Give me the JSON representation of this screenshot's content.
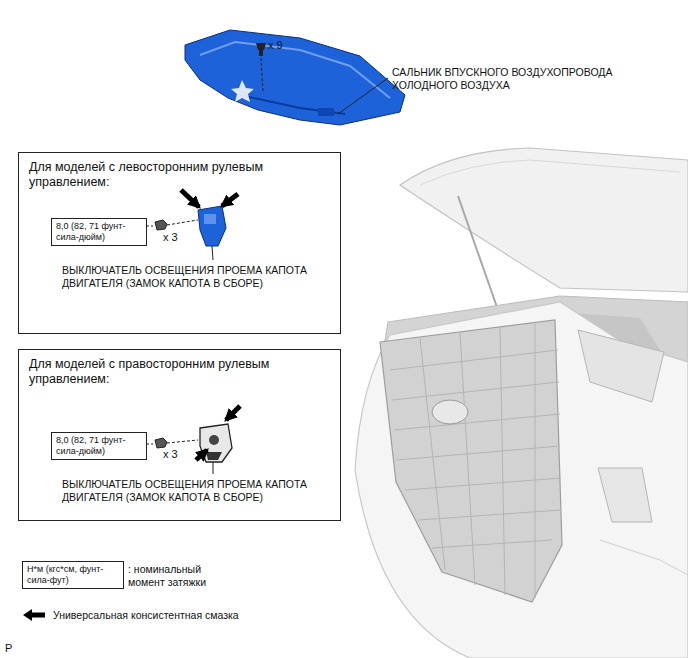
{
  "diagram": {
    "nodes": [
      {
        "text": [
          "Для моделей с левосторонним рулевым управлением:"
        ]
      },
      {
        "text": [
          "8,0 (82, 71 фунт-сила-дюйм)"
        ],
        "in": 0
      },
      {
        "text": [
          "Для моделей с правосторонним рулевым управлением:"
        ]
      },
      {
        "text": [
          "8,0 (82, 71 фунт-сила-дюйм)"
        ],
        "in": 2
      },
      {
        "text": [
          "Н*м (кгс*см, фунт-сила-фут)"
        ]
      }
    ],
    "edges": [],
    "labels": [
      "x 9",
      "САЛЬНИК ВПУСКНОГО ВОЗДУХОПРОВОДА ХОЛОДНОГО ВОЗДУХА",
      "x 3",
      "ВЫКЛЮЧАТЕЛЬ ОСВЕЩЕНИЯ ПРОЕМА КАПОТА ДВИГАТЕЛЯ (ЗАМОК КАПОТА В СБОРЕ)",
      "x 3",
      "ВЫКЛЮЧАТЕЛЬ ОСВЕЩЕНИЯ ПРОЕМА КАПОТА ДВИГАТЕЛЯ (ЗАМОК КАПОТА В СБОРЕ)",
      ": номинальный момент затяжки",
      "P"
    ],
    "legend": [
      {
        "text": "Универсальная консистентная смазка"
      }
    ]
  }
}
